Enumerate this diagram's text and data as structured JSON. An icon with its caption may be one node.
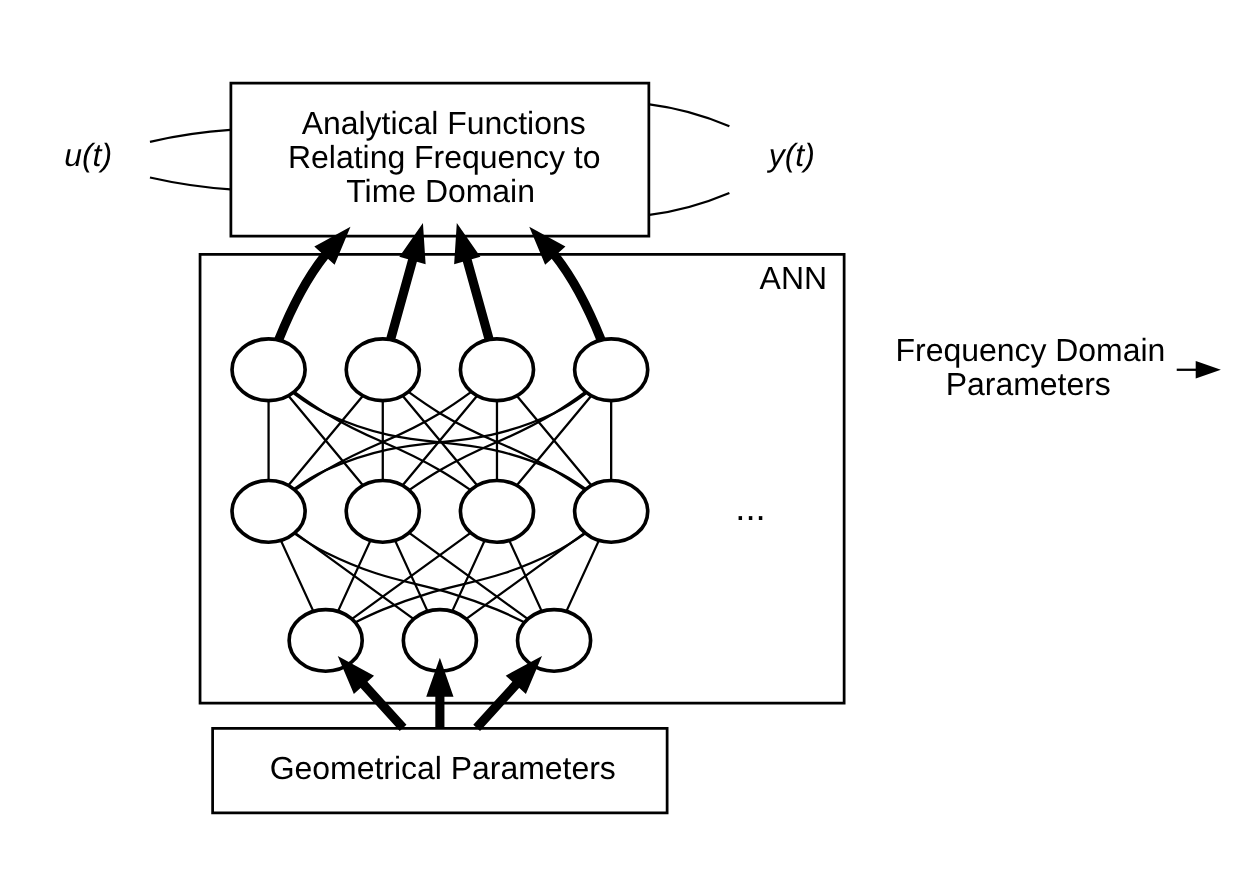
{
  "diagram": {
    "nodes": [
      {
        "text": [
          "Analytical Functions Relating Frequency to Time Domain"
        ]
      },
      {
        "text": [
          "ANN"
        ]
      },
      {
        "text": [],
        "shape": "circle",
        "in": 1
      },
      {
        "text": [],
        "shape": "circle",
        "in": 1
      },
      {
        "text": [],
        "shape": "circle",
        "in": 1
      },
      {
        "text": [],
        "shape": "circle",
        "in": 1
      },
      {
        "text": [],
        "shape": "circle",
        "in": 1
      },
      {
        "text": [],
        "shape": "circle",
        "in": 1
      },
      {
        "text": [],
        "shape": "circle",
        "in": 1
      },
      {
        "text": [],
        "shape": "circle",
        "in": 1
      },
      {
        "text": [],
        "shape": "circle",
        "in": 1
      },
      {
        "text": [],
        "shape": "circle",
        "in": 1
      },
      {
        "text": [],
        "shape": "circle",
        "in": 1
      },
      {
        "text": [
          "Geometrical Parameters"
        ]
      },
      {
        "text": [
          "u(t)"
        ]
      },
      {
        "text": [
          "y(t)"
        ]
      },
      {
        "text": [
          "Frequency Domain Parameters"
        ]
      }
    ],
    "edges": [
      {
        "from": 2,
        "to": 0,
        "arrow": "to",
        "style": "thick"
      },
      {
        "from": 3,
        "to": 0,
        "arrow": "to",
        "style": "thick"
      },
      {
        "from": 4,
        "to": 0,
        "arrow": "to",
        "style": "thick"
      },
      {
        "from": 5,
        "to": 0,
        "arrow": "to",
        "style": "thick"
      },
      {
        "from": 6,
        "to": 2,
        "arrow": "none"
      },
      {
        "from": 6,
        "to": 3,
        "arrow": "none"
      },
      {
        "from": 6,
        "to": 4,
        "arrow": "none"
      },
      {
        "from": 6,
        "to": 5,
        "arrow": "none"
      },
      {
        "from": 7,
        "to": 2,
        "arrow": "none"
      },
      {
        "from": 7,
        "to": 3,
        "arrow": "none"
      },
      {
        "from": 7,
        "to": 4,
        "arrow": "none"
      },
      {
        "from": 7,
        "to": 5,
        "arrow": "none"
      },
      {
        "from": 8,
        "to": 2,
        "arrow": "none"
      },
      {
        "from": 8,
        "to": 3,
        "arrow": "none"
      },
      {
        "from": 8,
        "to": 4,
        "arrow": "none"
      },
      {
        "from": 8,
        "to": 5,
        "arrow": "none"
      },
      {
        "from": 9,
        "to": 2,
        "arrow": "none"
      },
      {
        "from": 9,
        "to": 3,
        "arrow": "none"
      },
      {
        "from": 9,
        "to": 4,
        "arrow": "none"
      },
      {
        "from": 9,
        "to": 5,
        "arrow": "none"
      },
      {
        "from": 10,
        "to": 6,
        "arrow": "none"
      },
      {
        "from": 10,
        "to": 7,
        "arrow": "none"
      },
      {
        "from": 10,
        "to": 8,
        "arrow": "none"
      },
      {
        "from": 10,
        "to": 9,
        "arrow": "none"
      },
      {
        "from": 11,
        "to": 6,
        "arrow": "none"
      },
      {
        "from": 11,
        "to": 7,
        "arrow": "none"
      },
      {
        "from": 11,
        "to": 8,
        "arrow": "none"
      },
      {
        "from": 11,
        "to": 9,
        "arrow": "none"
      },
      {
        "from": 12,
        "to": 6,
        "arrow": "none"
      },
      {
        "from": 12,
        "to": 7,
        "arrow": "none"
      },
      {
        "from": 12,
        "to": 8,
        "arrow": "none"
      },
      {
        "from": 12,
        "to": 9,
        "arrow": "none"
      },
      {
        "from": 13,
        "to": 10,
        "arrow": "to",
        "style": "thick"
      },
      {
        "from": 13,
        "to": 11,
        "arrow": "to",
        "style": "thick"
      },
      {
        "from": 13,
        "to": 12,
        "arrow": "to",
        "style": "thick"
      },
      {
        "from": 14,
        "to": 0,
        "arrow": "none"
      },
      {
        "from": 14,
        "to": 0,
        "arrow": "none"
      },
      {
        "from": 0,
        "to": 15,
        "arrow": "none"
      },
      {
        "from": 0,
        "to": 15,
        "arrow": "none"
      },
      {
        "from": 16,
        "to": null,
        "arrow": "to"
      }
    ],
    "labels": [
      "..."
    ]
  }
}
